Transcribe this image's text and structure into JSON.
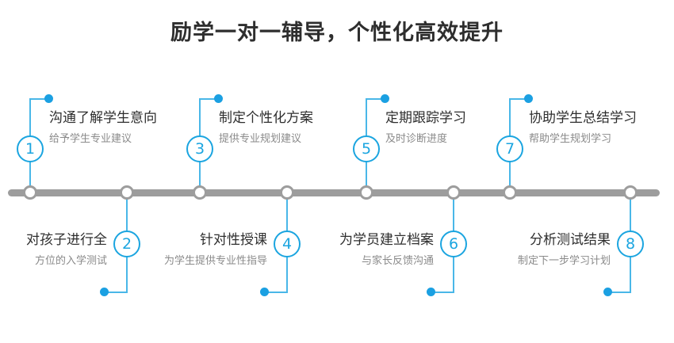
{
  "header": {
    "title": "励学一对一辅导，个性化高效提升"
  },
  "colors": {
    "accent": "#1ba5e0",
    "connector": "#49b7e8",
    "bar": "#9d9d9d",
    "title_text": "#2e2e2e",
    "sub_text": "#8a8a8a"
  },
  "timeline": {
    "nodes": [
      {
        "number": "1",
        "position": "top"
      },
      {
        "number": "2",
        "position": "bottom"
      },
      {
        "number": "3",
        "position": "top"
      },
      {
        "number": "4",
        "position": "bottom"
      },
      {
        "number": "5",
        "position": "top"
      },
      {
        "number": "6",
        "position": "bottom"
      },
      {
        "number": "7",
        "position": "top"
      },
      {
        "number": "8",
        "position": "bottom"
      }
    ],
    "steps": [
      {
        "number": "1",
        "title": "沟通了解学生意向",
        "subtitle": "给予学生专业建议",
        "position": "top"
      },
      {
        "number": "2",
        "title": "对孩子进行全",
        "subtitle": "方位的入学测试",
        "position": "bottom"
      },
      {
        "number": "3",
        "title": "制定个性化方案",
        "subtitle": "提供专业规划建议",
        "position": "top"
      },
      {
        "number": "4",
        "title": "针对性授课",
        "subtitle": "为学生提供专业性指导",
        "position": "bottom"
      },
      {
        "number": "5",
        "title": "定期跟踪学习",
        "subtitle": "及时诊断进度",
        "position": "top"
      },
      {
        "number": "6",
        "title": "为学员建立档案",
        "subtitle": "与家长反馈沟通",
        "position": "bottom"
      },
      {
        "number": "7",
        "title": "协助学生总结学习",
        "subtitle": "帮助学生规划学习",
        "position": "top"
      },
      {
        "number": "8",
        "title": "分析测试结果",
        "subtitle": "制定下一步学习计划",
        "position": "bottom"
      }
    ]
  }
}
